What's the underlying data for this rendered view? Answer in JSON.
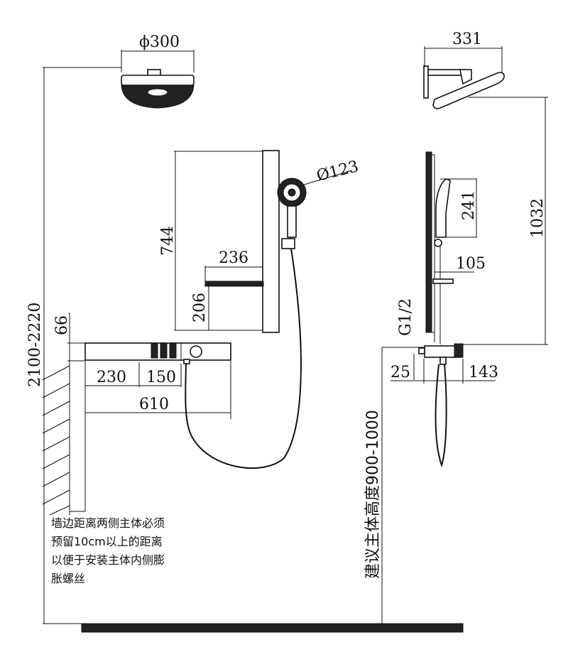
{
  "dimensions": {
    "head_diameter": "ϕ300",
    "arm_length": "331",
    "handset_diameter": "Ø123",
    "column_height": "744",
    "shelf_width": "236",
    "shelf_height": "206",
    "total_height": "2100-2220",
    "mixer_height": "66",
    "wall_gap": "230",
    "valve_width": "150",
    "mixer_length": "610",
    "side_column_height": "1032",
    "handset_length": "241",
    "shelf_depth": "105",
    "thread": "G1/2",
    "pipe_offset": "25",
    "mixer_depth": "143"
  },
  "notes": {
    "install_note": [
      "墙边距离两侧主体必须",
      "预留10cm以上的距离",
      "以便于安装主体内侧膨",
      "胀螺丝"
    ],
    "recommended_height": "建议主体高度900-1000"
  },
  "colors": {
    "line": "#111111",
    "background": "#ffffff"
  }
}
